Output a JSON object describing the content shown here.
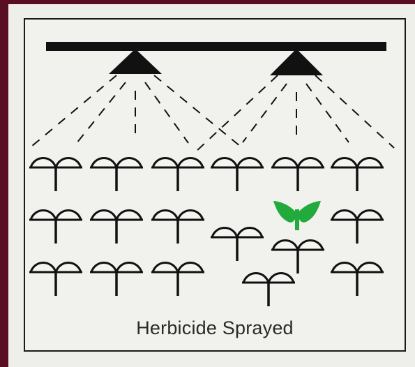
{
  "caption": "Herbicide Sprayed",
  "colors": {
    "background": "#5a0e22",
    "panel": "#eeeeea",
    "ink": "#111111",
    "weed": "#22aa3c"
  },
  "icons": {
    "boom": "spray-boom-icon",
    "nozzle": "nozzle-icon",
    "crop": "crop-seedling-icon",
    "weed": "weed-seedling-icon"
  },
  "counts": {
    "nozzles": 2,
    "crop_seedlings": 17,
    "weeds": 1
  }
}
